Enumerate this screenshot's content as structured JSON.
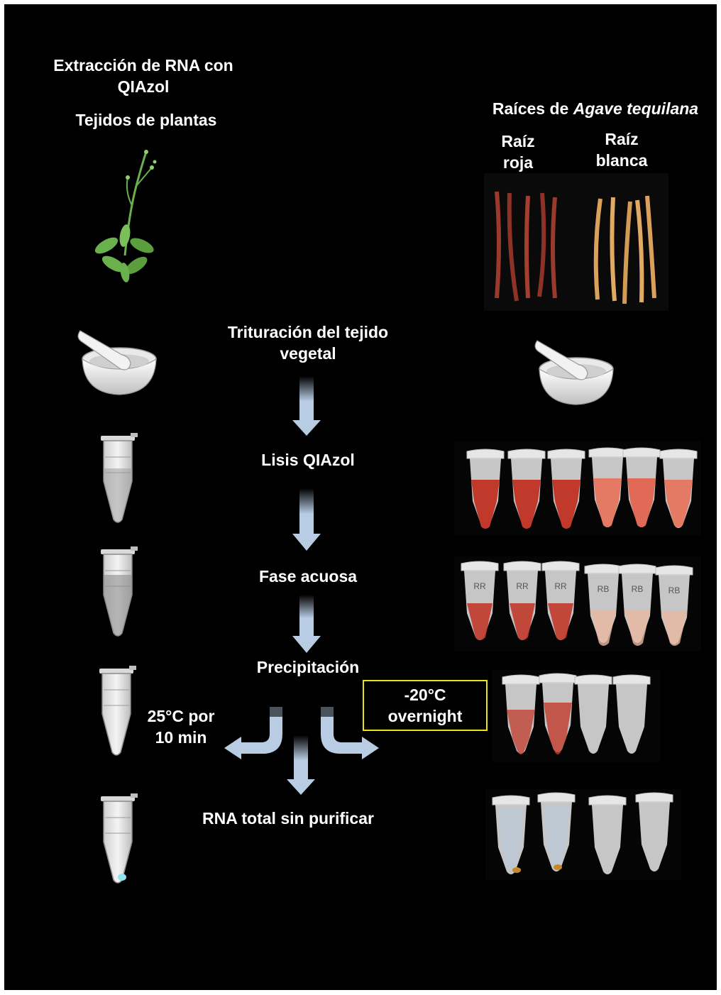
{
  "title_line1": "Extracción de RNA con",
  "title_line2": "QIAzol",
  "left_subtitle": "Tejidos de plantas",
  "right_title_prefix": "Raíces de ",
  "right_title_italic": "Agave tequilana",
  "red_root": {
    "line1": "Raíz",
    "line2": "roja"
  },
  "white_root": {
    "line1": "Raíz",
    "line2": "blanca"
  },
  "steps": {
    "grinding_line1": "Trituración del tejido",
    "grinding_line2": "vegetal",
    "lysis": "Lisis QIAzol",
    "aqueous": "Fase acuosa",
    "precipitation": "Precipitación",
    "final": "RNA total sin purificar"
  },
  "conditions": {
    "room_temp_line1": "25°C por",
    "room_temp_line2": "10 min",
    "cold_line1": "-20°C",
    "cold_line2": "overnight"
  },
  "tube_labels": [
    "RB",
    "RB",
    "RB",
    "RR",
    "RR",
    "RR"
  ],
  "colors": {
    "background": "#000000",
    "arrow": "#b8cce4",
    "highlight_box": "#e8e31c",
    "red_root": "#9a3a2c",
    "white_root": "#d9a15a",
    "plant": "#6ab04c",
    "lysate": "#c0392b",
    "rna_pellet": "#8fe3f0"
  }
}
